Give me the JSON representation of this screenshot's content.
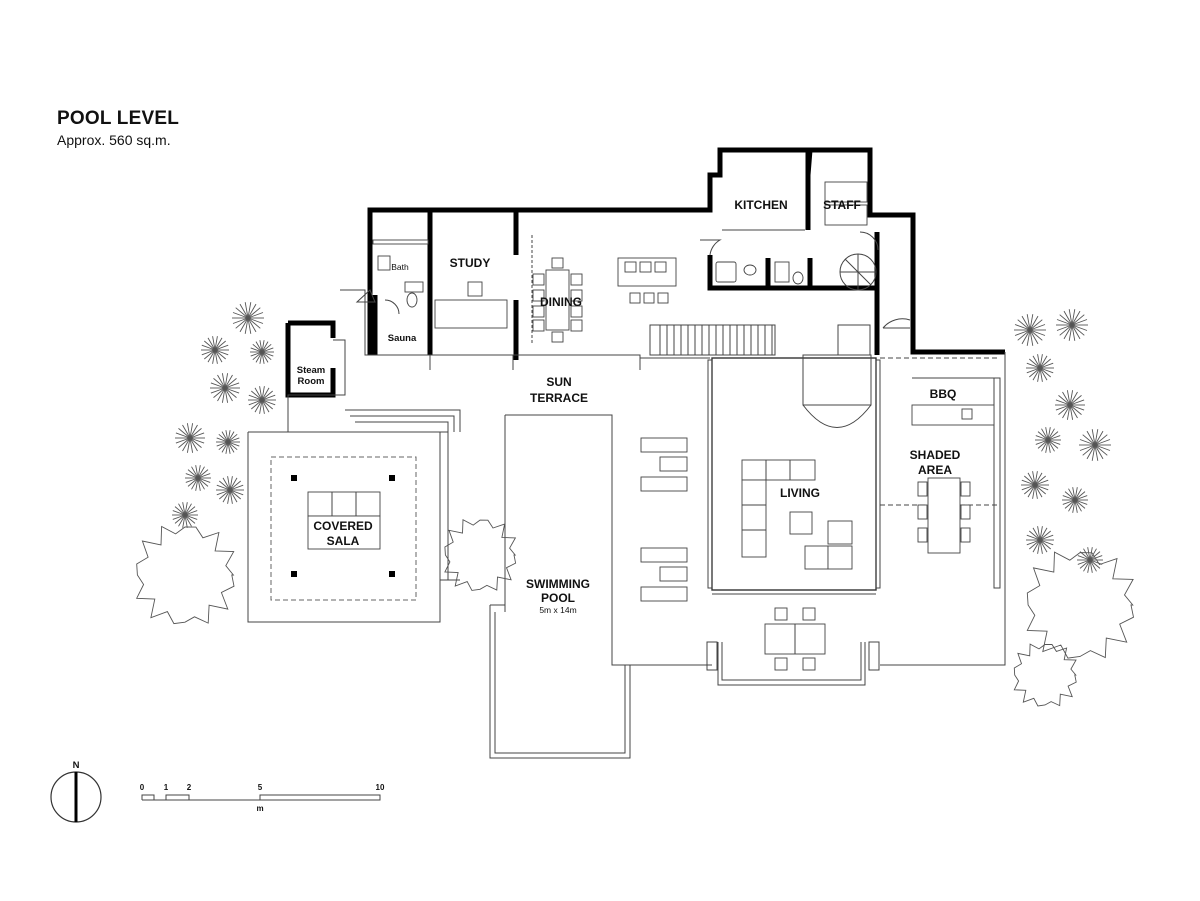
{
  "header": {
    "title": "POOL LEVEL",
    "subtitle": "Approx. 560 sq.m."
  },
  "rooms": {
    "kitchen": "KITCHEN",
    "staff": "STAFF",
    "study": "STUDY",
    "bath": "Bath",
    "dining": "DINING",
    "sauna": "Sauna",
    "steam_line1": "Steam",
    "steam_line2": "Room",
    "sun_line1": "SUN",
    "sun_line2": "TERRACE",
    "bbq": "BBQ",
    "shaded_line1": "SHADED",
    "shaded_line2": "AREA",
    "living": "LIVING",
    "sala_line1": "COVERED",
    "sala_line2": "SALA",
    "pool_line1": "SWIMMING",
    "pool_line2": "POOL",
    "pool_dims": "5m x 14m"
  },
  "compass": {
    "north": "N"
  },
  "scale": {
    "ticks": [
      "0",
      "1",
      "2",
      "5",
      "10"
    ],
    "unit": "m"
  },
  "colors": {
    "wall": "#000000",
    "line": "#444444",
    "background": "#ffffff"
  }
}
